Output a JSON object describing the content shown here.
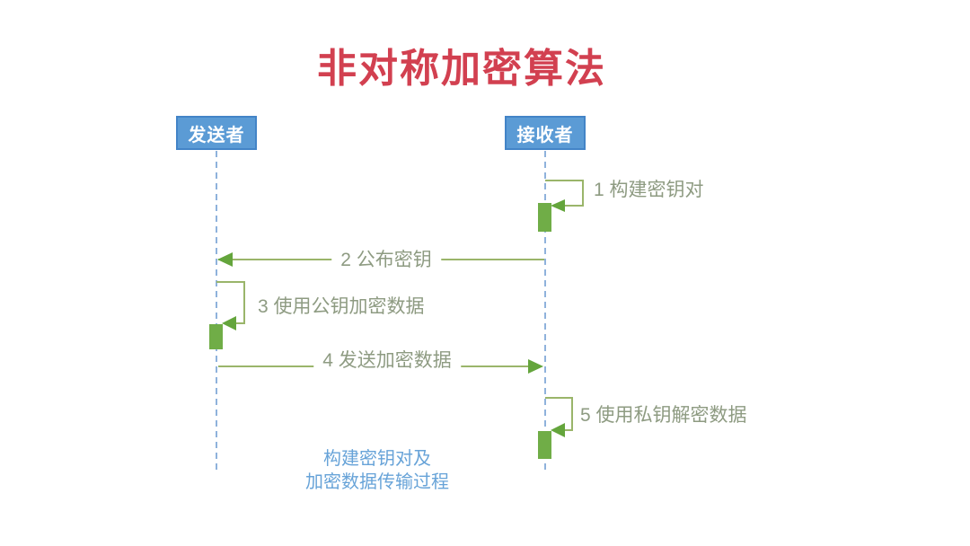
{
  "title": "非对称加密算法",
  "actors": [
    {
      "label": "发送者",
      "role": "sender"
    },
    {
      "label": "接收者",
      "role": "receiver"
    }
  ],
  "steps": [
    {
      "label": "1 构建密钥对",
      "type": "self-message",
      "actor": "接收者"
    },
    {
      "label": "2 公布密钥",
      "type": "message",
      "from": "接收者",
      "to": "发送者"
    },
    {
      "label": "3 使用公钥加密数据",
      "type": "self-message",
      "actor": "发送者"
    },
    {
      "label": "4 发送加密数据",
      "type": "message",
      "from": "发送者",
      "to": "接收者"
    },
    {
      "label": "5 使用私钥解密数据",
      "type": "self-message",
      "actor": "接收者"
    }
  ],
  "caption": {
    "lines": [
      "构建密钥对及",
      "加密数据传输过程"
    ]
  },
  "colors": {
    "title": "#d24050",
    "actor_fill": "#5b9bd5",
    "actor_border": "#4384c7",
    "actor_text": "#ffffff",
    "lifeline": "#8fb2dc",
    "line": "#9ab56a",
    "arrow": "#64a53c",
    "activation": "#70ad47",
    "step_text": "#8e9b82",
    "caption": "#67a3d8"
  }
}
